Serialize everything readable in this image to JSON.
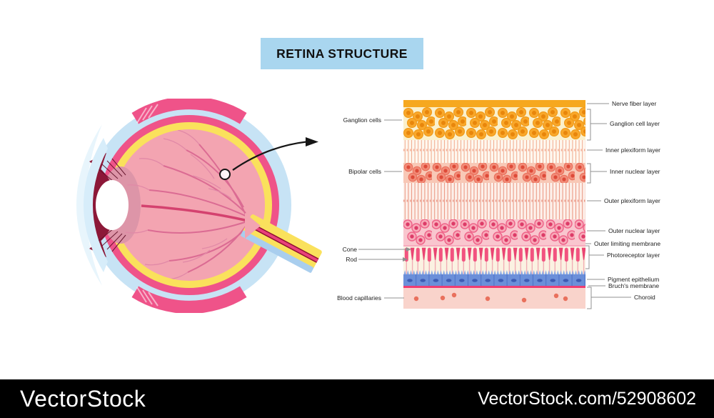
{
  "title": "RETINA STRUCTURE",
  "retina_diagram": {
    "left_labels": [
      "Ganglion cells",
      "Bipolar cells",
      "Cone",
      "Rod",
      "Blood capillaries"
    ],
    "right_labels": [
      "Nerve fiber layer",
      "Ganglion cell layer",
      "Inner plexiform layer",
      "Inner nuclear layer",
      "Outer plexiform layer",
      "Outer nuclear layer",
      "Outer limiting membrane",
      "Photoreceptor layer",
      "Pigment epithelium",
      "Bruch's membrane",
      "Choroid"
    ]
  },
  "watermark": {
    "brand": "VectorStock",
    "url": "VectorStock.com/52908602"
  },
  "palette": {
    "title_bg": "#A9D6EF",
    "background": "#FFFFFF",
    "footer_bg": "#000000",
    "footer_text": "#FFFFFF",
    "label_text": "#222222",
    "connector_line": "#909090",
    "arrow": "#161616",
    "nerve_fiber": "#F6A81F",
    "ganglion_bg": "#FBF0CB",
    "ganglion_cell": "#F9A72A",
    "inner_plexiform_bg": "#FEF8F0",
    "inner_nuclear_bg": "#F8C8B6",
    "inner_nuclear_cell": "#F28B77",
    "outer_plexiform_bg": "#FDF0EA",
    "outer_nuclear_bg": "#F9C6CE",
    "outer_nuclear_cell": "#F47B97",
    "outer_limiting_membrane": "#F7ABBE",
    "photoreceptor_bg": "#FBF2E2",
    "photoreceptor_cell": "#F2537F",
    "pigment_epithelium": "#6B8FD9",
    "bruchs_membrane": "#EE3D72",
    "choroid_bg": "#F9D3CB",
    "choroid_capillary": "#E9705C",
    "eye_sclera": "#C7E3F5",
    "eye_choroid_ring": "#EF5389",
    "eye_retina_ring": "#FAE15C",
    "eye_vitreous": "#F3A4B1",
    "eye_iris": "#8C1838",
    "eye_vessel": "#DB6B93",
    "eye_cornea": "#D7EDFA"
  }
}
